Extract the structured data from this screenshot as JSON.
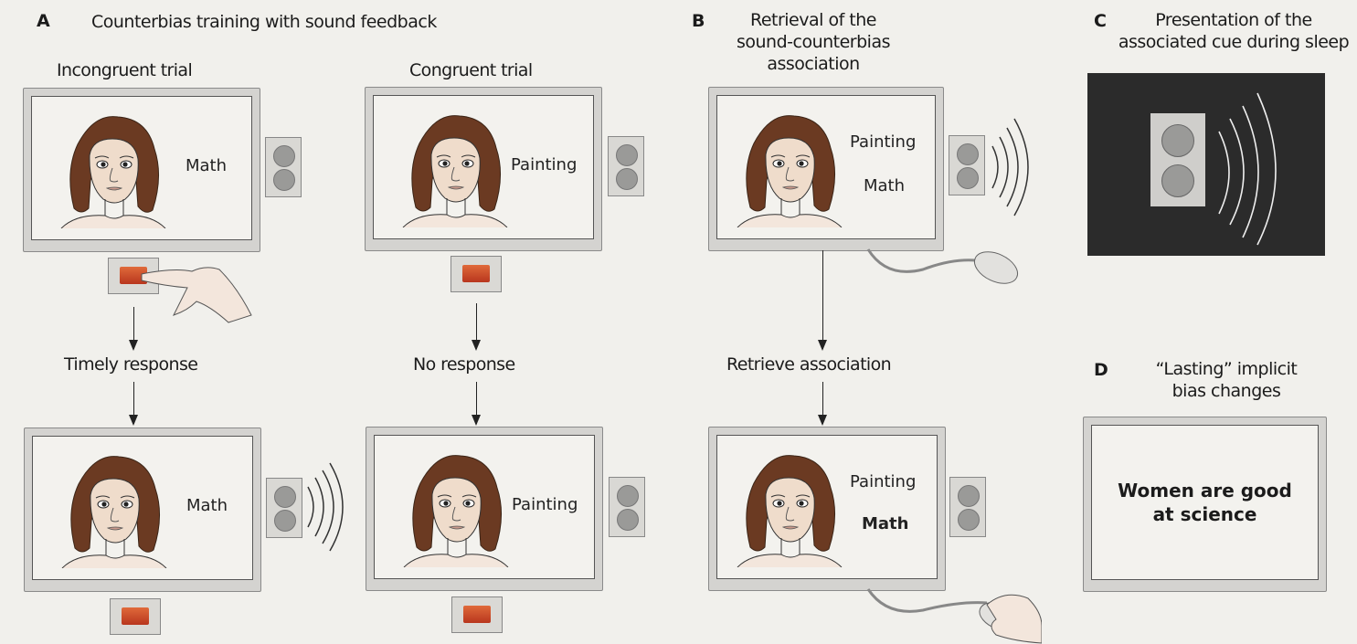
{
  "panels": {
    "A": {
      "letter": "A",
      "title": "Counterbias training with sound feedback",
      "incongruent": {
        "label": "Incongruent trial",
        "word": "Math",
        "outcome": "Timely response",
        "result_word": "Math"
      },
      "congruent": {
        "label": "Congruent trial",
        "word": "Painting",
        "outcome": "No response",
        "result_word": "Painting"
      }
    },
    "B": {
      "letter": "B",
      "title_lines": [
        "Retrieval of the",
        "sound-counterbias",
        "association"
      ],
      "words": [
        "Painting",
        "Math"
      ],
      "step": "Retrieve association",
      "result_words": [
        "Painting",
        "Math"
      ]
    },
    "C": {
      "letter": "C",
      "title_lines": [
        "Presentation of the",
        "associated cue during sleep"
      ]
    },
    "D": {
      "letter": "D",
      "title_lines": [
        "“Lasting” implicit",
        "bias changes"
      ],
      "screen_lines": [
        "Women are good",
        "at science"
      ]
    }
  },
  "icons": [
    "face-illustration",
    "speaker-icon",
    "sound-waves-icon",
    "red-response-button",
    "pointing-hand",
    "computer-mouse",
    "hand-on-mouse"
  ],
  "colors": {
    "button_red": "#c9482a",
    "hair_brown": "#6b3a22",
    "sleep_background": "#2b2b2b"
  }
}
